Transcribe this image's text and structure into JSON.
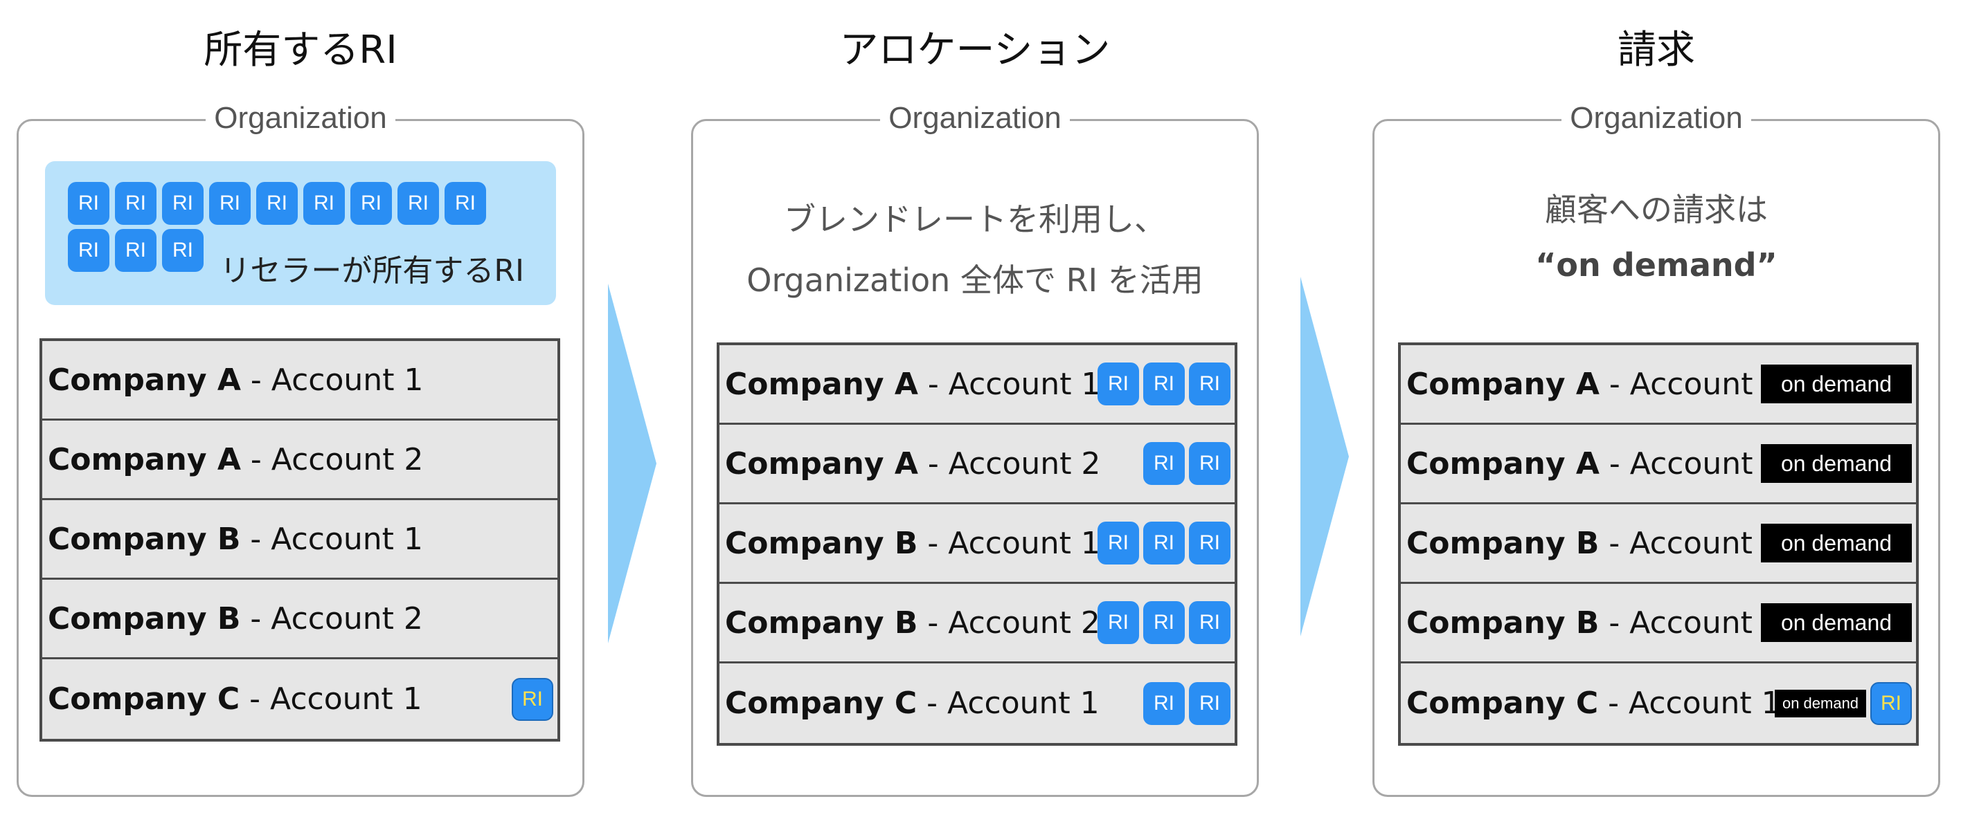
{
  "columns": [
    {
      "title": "所有するRI",
      "org_label": "Organization",
      "pool": {
        "chips": [
          "RI",
          "RI",
          "RI",
          "RI",
          "RI",
          "RI",
          "RI",
          "RI",
          "RI",
          "RI",
          "RI",
          "RI"
        ],
        "label": "リセラーが所有するRI"
      },
      "accounts": [
        {
          "company": "Company A",
          "rest": " - Account 1",
          "badges": []
        },
        {
          "company": "Company A",
          "rest": " - Account 2",
          "badges": []
        },
        {
          "company": "Company B",
          "rest": " - Account 1",
          "badges": []
        },
        {
          "company": "Company B",
          "rest": " - Account 2",
          "badges": []
        },
        {
          "company": "Company C",
          "rest": " - Account 1",
          "badges": [
            {
              "kind": "ri-yellow",
              "text": "RI"
            }
          ]
        }
      ]
    },
    {
      "title": "アロケーション",
      "org_label": "Organization",
      "caption_line1": "ブレンドレートを利用し、",
      "caption_line2": "Organization 全体で RI を活用",
      "accounts": [
        {
          "company": "Company A",
          "rest": " - Account 1",
          "badges": [
            {
              "kind": "ri",
              "text": "RI"
            },
            {
              "kind": "ri",
              "text": "RI"
            },
            {
              "kind": "ri",
              "text": "RI"
            }
          ]
        },
        {
          "company": "Company A",
          "rest": " - Account 2",
          "badges": [
            {
              "kind": "ri",
              "text": "RI"
            },
            {
              "kind": "ri",
              "text": "RI"
            }
          ]
        },
        {
          "company": "Company B",
          "rest": " - Account 1",
          "badges": [
            {
              "kind": "ri",
              "text": "RI"
            },
            {
              "kind": "ri",
              "text": "RI"
            },
            {
              "kind": "ri",
              "text": "RI"
            }
          ]
        },
        {
          "company": "Company B",
          "rest": " - Account 2",
          "badges": [
            {
              "kind": "ri",
              "text": "RI"
            },
            {
              "kind": "ri",
              "text": "RI"
            },
            {
              "kind": "ri",
              "text": "RI"
            }
          ]
        },
        {
          "company": "Company C",
          "rest": " - Account 1",
          "badges": [
            {
              "kind": "ri",
              "text": "RI"
            },
            {
              "kind": "ri",
              "text": "RI"
            }
          ]
        }
      ]
    },
    {
      "title": "請求",
      "org_label": "Organization",
      "caption_line1": "顧客への請求は",
      "caption_line2": "“on demand”",
      "accounts": [
        {
          "company": "Company A",
          "rest": " - Account 1",
          "badges": [
            {
              "kind": "ondemand",
              "text": "on demand"
            }
          ]
        },
        {
          "company": "Company A",
          "rest": " - Account 2",
          "badges": [
            {
              "kind": "ondemand",
              "text": "on demand"
            }
          ]
        },
        {
          "company": "Company B",
          "rest": " - Account 1",
          "badges": [
            {
              "kind": "ondemand",
              "text": "on demand"
            }
          ]
        },
        {
          "company": "Company B",
          "rest": " - Account 2",
          "badges": [
            {
              "kind": "ondemand",
              "text": "on demand"
            }
          ]
        },
        {
          "company": "Company C",
          "rest": " - Account 1",
          "badges": [
            {
              "kind": "ondemand-small",
              "text": "on demand"
            },
            {
              "kind": "ri-yellow",
              "text": "RI"
            }
          ]
        }
      ]
    }
  ],
  "colors": {
    "ri_chip": "#2a8ef3",
    "ri_pool_bg": "#b9e2fb",
    "arrow": "#8ccdf8",
    "row_bg": "#e6e6e6",
    "ondemand_bg": "#000000",
    "ri_yellow_text": "#ffe14d"
  }
}
